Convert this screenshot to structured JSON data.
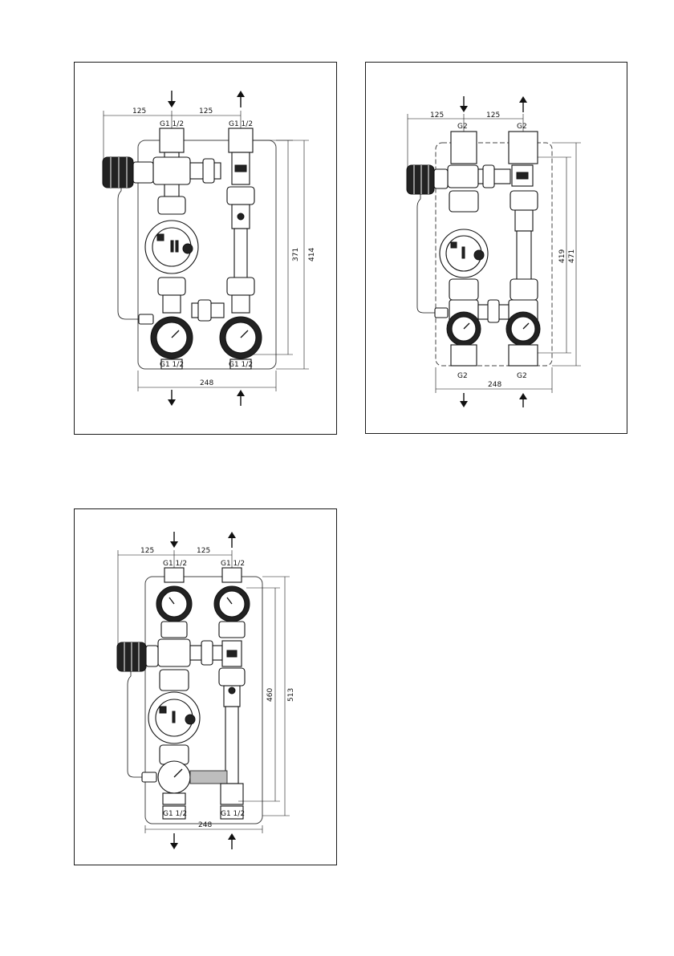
{
  "figures": [
    {
      "id": "fig1",
      "spacing_left": "125",
      "spacing_right": "125",
      "top_left_connection": "G1 1/2",
      "top_right_connection": "G1 1/2",
      "bottom_left_connection": "G1 1/2",
      "bottom_right_connection": "G1 1/2",
      "width": "248",
      "height_inner": "371",
      "height_outer": "414"
    },
    {
      "id": "fig2",
      "spacing_left": "125",
      "spacing_right": "125",
      "top_left_connection": "G2",
      "top_right_connection": "G2",
      "bottom_left_connection": "G2",
      "bottom_right_connection": "G2",
      "width": "248",
      "height_inner": "419",
      "height_outer": "471"
    },
    {
      "id": "fig3",
      "spacing_left": "125",
      "spacing_right": "125",
      "top_left_connection": "G1 1/2",
      "top_right_connection": "G1 1/2",
      "bottom_left_connection": "G1 1/2",
      "bottom_right_connection": "G1 1/2",
      "width": "248",
      "height_inner": "460",
      "height_outer": "513"
    }
  ]
}
